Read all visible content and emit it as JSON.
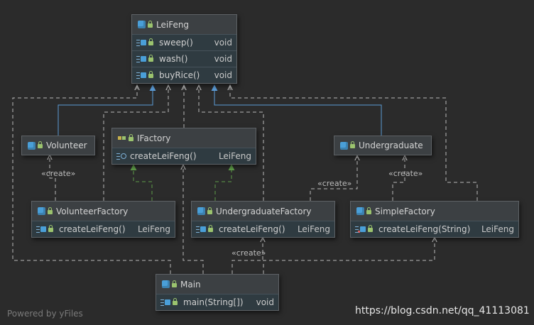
{
  "classes": {
    "leifeng": {
      "name": "LeiFeng",
      "methods": [
        {
          "name": "sweep()",
          "type": "void"
        },
        {
          "name": "wash()",
          "type": "void"
        },
        {
          "name": "buyRice()",
          "type": "void"
        }
      ]
    },
    "volunteer": {
      "name": "Volunteer"
    },
    "ifactory": {
      "name": "IFactory",
      "methods": [
        {
          "name": "createLeiFeng()",
          "type": "LeiFeng"
        }
      ]
    },
    "undergraduate": {
      "name": "Undergraduate"
    },
    "volunteer_factory": {
      "name": "VolunteerFactory",
      "methods": [
        {
          "name": "createLeiFeng()",
          "type": "LeiFeng"
        }
      ]
    },
    "undergraduate_factory": {
      "name": "UndergraduateFactory",
      "methods": [
        {
          "name": "createLeiFeng()",
          "type": "LeiFeng"
        }
      ]
    },
    "simple_factory": {
      "name": "SimpleFactory",
      "methods": [
        {
          "name": "createLeiFeng(String)",
          "type": "LeiFeng"
        }
      ]
    },
    "main": {
      "name": "Main",
      "methods": [
        {
          "name": "main(String[])",
          "type": "void"
        }
      ]
    }
  },
  "labels": {
    "create_volunteer": "«create»",
    "create_undergraduate": "«create»",
    "create_simple": "«create»",
    "create_main": "«create»"
  },
  "footer": "Powered by yFiles",
  "watermark": "https://blog.csdn.net/qq_41113081",
  "colors": {
    "background": "#2b2b2b",
    "inheritance": "#5b9bd5",
    "realization": "#5f9e4a",
    "dependency": "#b9b9b9"
  },
  "icons": {
    "class": "class-icon",
    "interface": "interface-icon",
    "lock": "lock-icon",
    "method": "method-icon"
  }
}
